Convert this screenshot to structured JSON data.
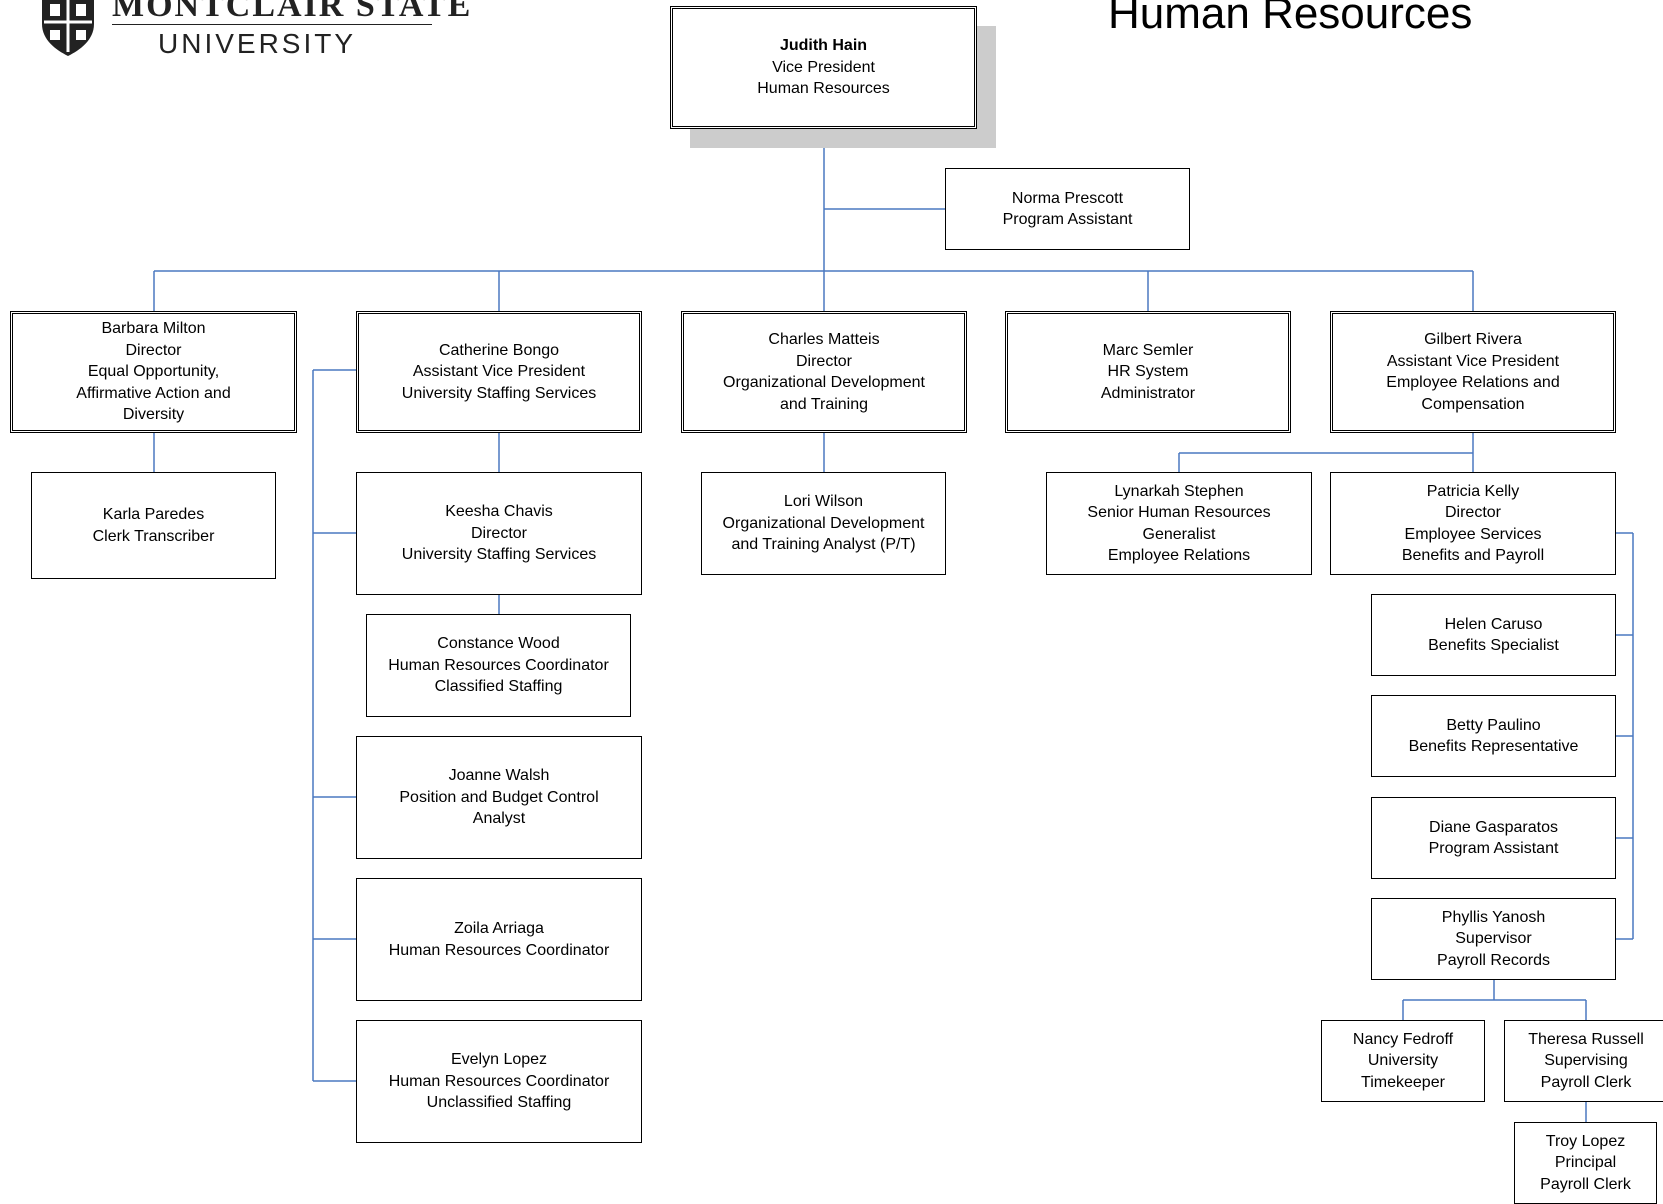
{
  "header": {
    "logo": {
      "icon": "university-crest-icon",
      "line1": "MONTCLAIR STATE",
      "line2": "UNIVERSITY"
    },
    "title": "Human Resources"
  },
  "colors": {
    "connector": "#4a78c0",
    "box_border": "#000000",
    "shadow": "#cccccc"
  },
  "org": {
    "vp": {
      "name": "Judith Hain",
      "title1": "Vice President",
      "title2": "Human Resources"
    },
    "assistant": {
      "name": "Norma Prescott",
      "title": "Program Assistant"
    },
    "milton": {
      "lines": [
        "Barbara Milton",
        "Director",
        "Equal Opportunity,",
        "Affirmative Action and",
        "Diversity"
      ]
    },
    "paredes": {
      "lines": [
        "Karla Paredes",
        "Clerk Transcriber"
      ]
    },
    "bongo": {
      "lines": [
        "Catherine Bongo",
        "Assistant Vice President",
        "University Staffing Services"
      ]
    },
    "chavis": {
      "lines": [
        "Keesha Chavis",
        "Director",
        "University Staffing Services"
      ]
    },
    "wood": {
      "lines": [
        "Constance Wood",
        "Human Resources Coordinator",
        "Classified Staffing"
      ]
    },
    "walsh": {
      "lines": [
        "Joanne Walsh",
        "Position and Budget Control",
        "Analyst"
      ]
    },
    "arriaga": {
      "lines": [
        "Zoila Arriaga",
        "Human Resources Coordinator"
      ]
    },
    "lopez_e": {
      "lines": [
        "Evelyn Lopez",
        "Human Resources Coordinator",
        "Unclassified Staffing"
      ]
    },
    "matteis": {
      "lines": [
        "Charles Matteis",
        "Director",
        "Organizational Development",
        "and Training"
      ]
    },
    "wilson": {
      "lines": [
        "Lori Wilson",
        "Organizational Development",
        "and Training Analyst (P/T)"
      ]
    },
    "semler": {
      "lines": [
        "Marc Semler",
        "HR System",
        "Administrator"
      ]
    },
    "rivera": {
      "lines": [
        "Gilbert Rivera",
        "Assistant Vice President",
        "Employee Relations and",
        "Compensation"
      ]
    },
    "stephen": {
      "lines": [
        "Lynarkah Stephen",
        "Senior Human Resources",
        "Generalist",
        "Employee Relations"
      ]
    },
    "kelly": {
      "lines": [
        "Patricia Kelly",
        "Director",
        "Employee Services",
        "Benefits and Payroll"
      ]
    },
    "caruso": {
      "lines": [
        "Helen Caruso",
        "Benefits Specialist"
      ]
    },
    "paulino": {
      "lines": [
        "Betty Paulino",
        "Benefits Representative"
      ]
    },
    "gasparatos": {
      "lines": [
        "Diane Gasparatos",
        "Program Assistant"
      ]
    },
    "yanosh": {
      "lines": [
        "Phyllis Yanosh",
        "Supervisor",
        "Payroll Records"
      ]
    },
    "fedroff": {
      "lines": [
        "Nancy Fedroff",
        "University",
        "Timekeeper"
      ]
    },
    "russell": {
      "lines": [
        "Theresa Russell",
        "Supervising",
        "Payroll Clerk"
      ]
    },
    "lopez_t": {
      "lines": [
        "Troy Lopez",
        "Principal",
        "Payroll Clerk"
      ]
    }
  }
}
